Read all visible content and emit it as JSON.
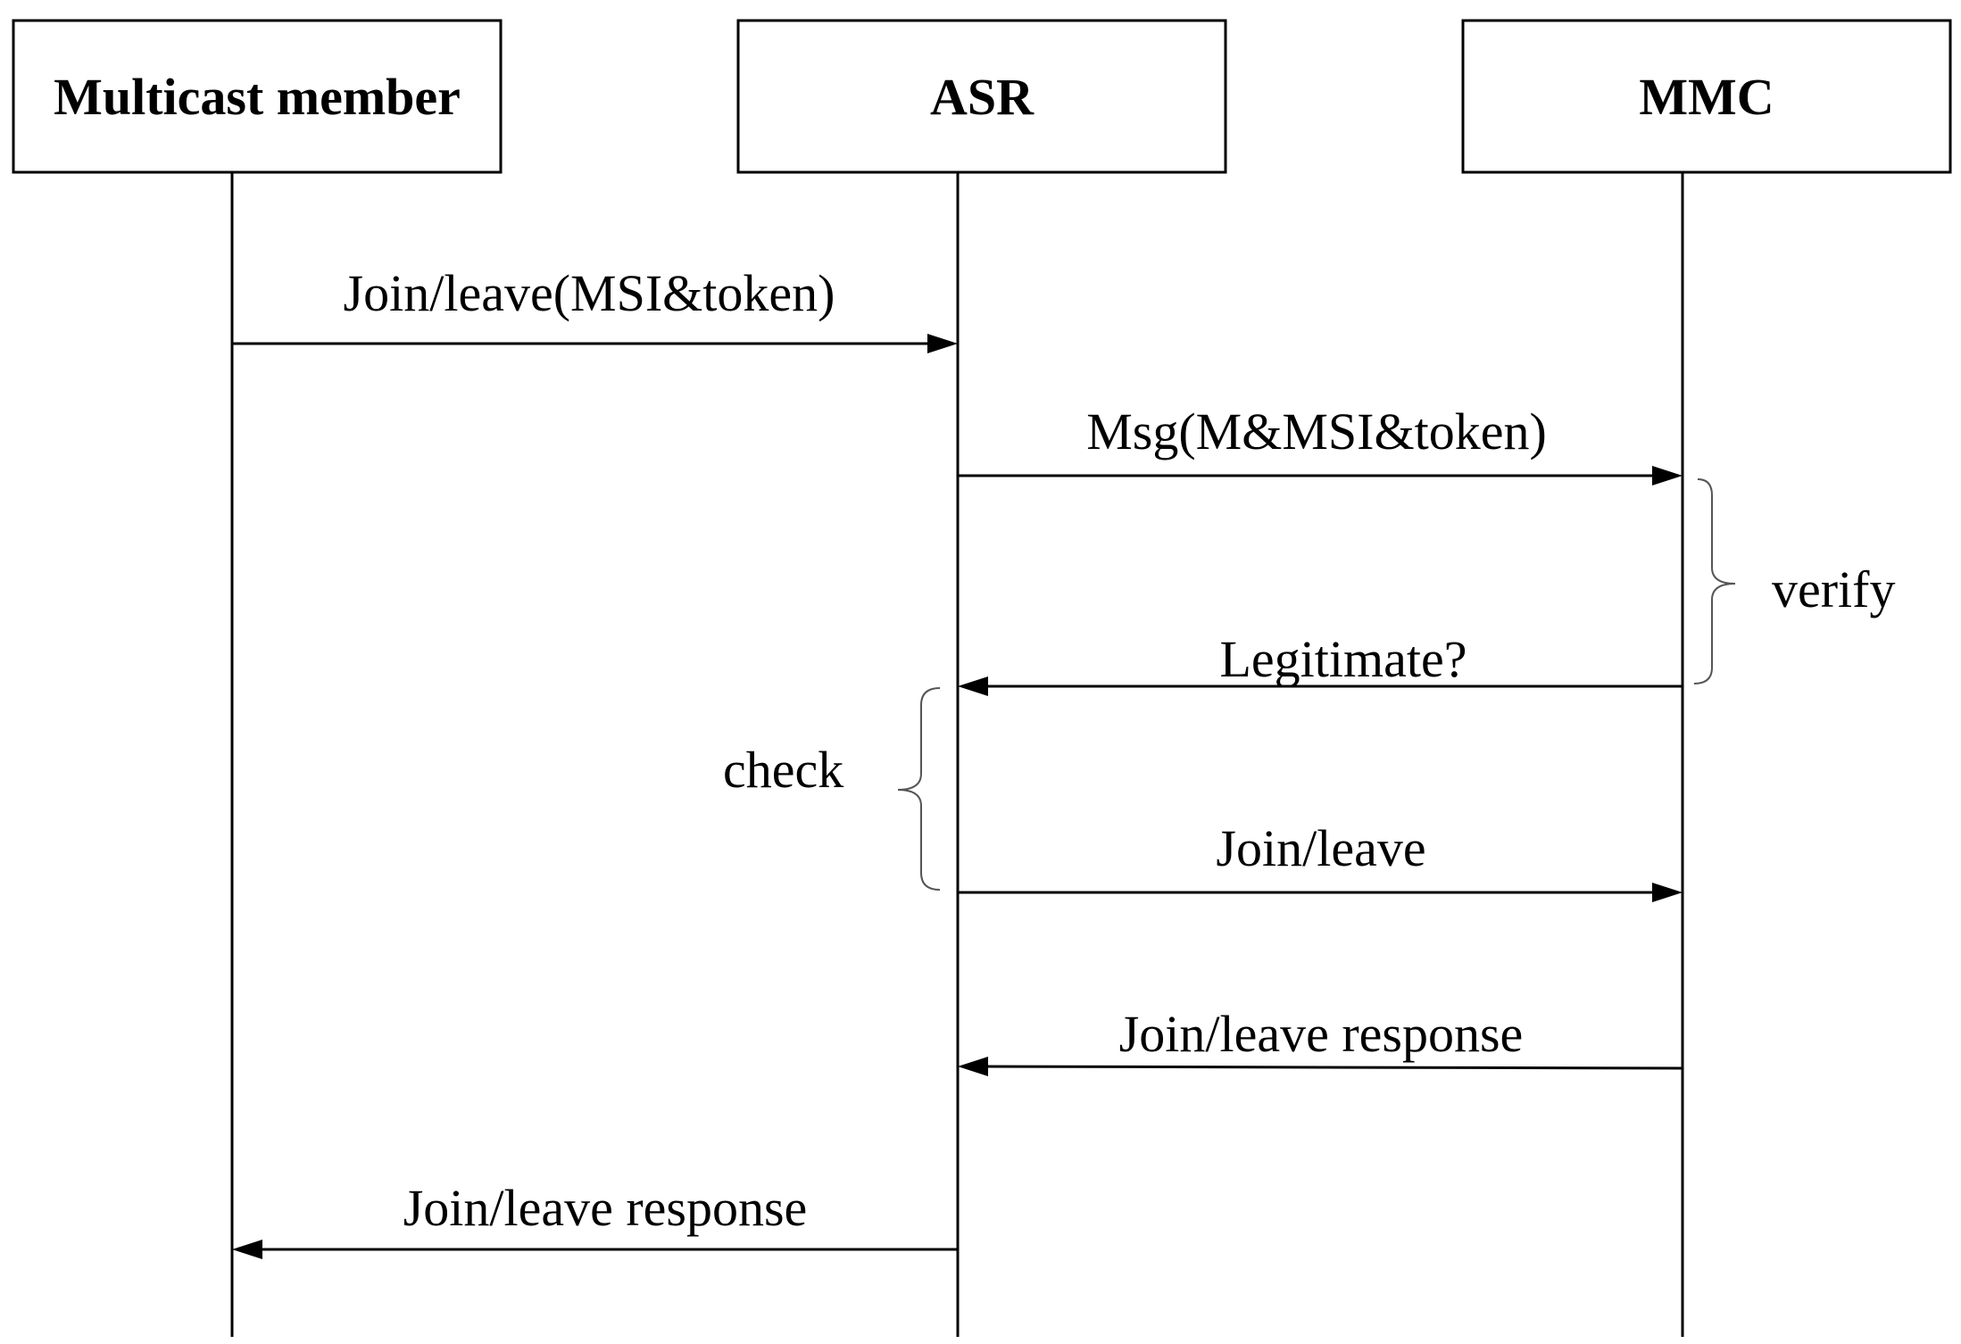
{
  "participants": [
    {
      "id": "member",
      "label": "Multicast member"
    },
    {
      "id": "asr",
      "label": "ASR"
    },
    {
      "id": "mmc",
      "label": "MMC"
    }
  ],
  "messages": [
    {
      "from": "member",
      "to": "asr",
      "label": "Join/leave(MSI&token)"
    },
    {
      "from": "asr",
      "to": "mmc",
      "label": "Msg(M&MSI&token)"
    },
    {
      "from": "mmc",
      "to": "asr",
      "label": "Legitimate?"
    },
    {
      "from": "asr",
      "to": "mmc",
      "label": "Join/leave"
    },
    {
      "from": "mmc",
      "to": "asr",
      "label": "Join/leave response"
    },
    {
      "from": "asr",
      "to": "member",
      "label": "Join/leave response"
    }
  ],
  "notes": [
    {
      "label": "verify",
      "participant": "mmc",
      "side": "right"
    },
    {
      "label": "check",
      "participant": "asr",
      "side": "left"
    }
  ]
}
